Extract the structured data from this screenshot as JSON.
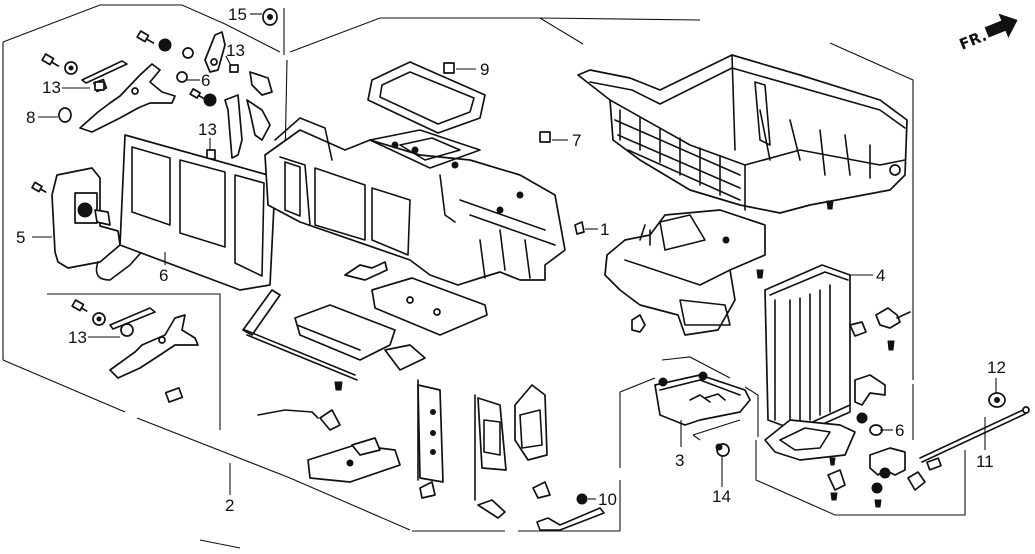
{
  "diagram": {
    "title": "Heater Unit Exploded Parts Diagram",
    "orientation_label": "FR.",
    "orientation_icon": "front-direction-arrow",
    "colors": {
      "ink": "#111111",
      "background": "#ffffff"
    },
    "callouts": [
      {
        "id": "1",
        "label": "1"
      },
      {
        "id": "2",
        "label": "2"
      },
      {
        "id": "3",
        "label": "3"
      },
      {
        "id": "4",
        "label": "4"
      },
      {
        "id": "5",
        "label": "5"
      },
      {
        "id": "6a",
        "label": "6"
      },
      {
        "id": "6b",
        "label": "6"
      },
      {
        "id": "6c",
        "label": "6"
      },
      {
        "id": "7",
        "label": "7"
      },
      {
        "id": "8",
        "label": "8"
      },
      {
        "id": "9",
        "label": "9"
      },
      {
        "id": "10",
        "label": "10"
      },
      {
        "id": "11",
        "label": "11"
      },
      {
        "id": "12",
        "label": "12"
      },
      {
        "id": "13a",
        "label": "13"
      },
      {
        "id": "13b",
        "label": "13"
      },
      {
        "id": "13c",
        "label": "13"
      },
      {
        "id": "13d",
        "label": "13"
      },
      {
        "id": "14",
        "label": "14"
      },
      {
        "id": "15",
        "label": "15"
      }
    ],
    "parts": [
      "heater-case-upper-housing",
      "heater-case-lower-pan",
      "duct-housing",
      "heater-core",
      "mode-door-motor",
      "link-levers",
      "air-mix-doors",
      "mode-doors",
      "water-valve",
      "control-cable",
      "grommet",
      "foam-seal"
    ]
  }
}
